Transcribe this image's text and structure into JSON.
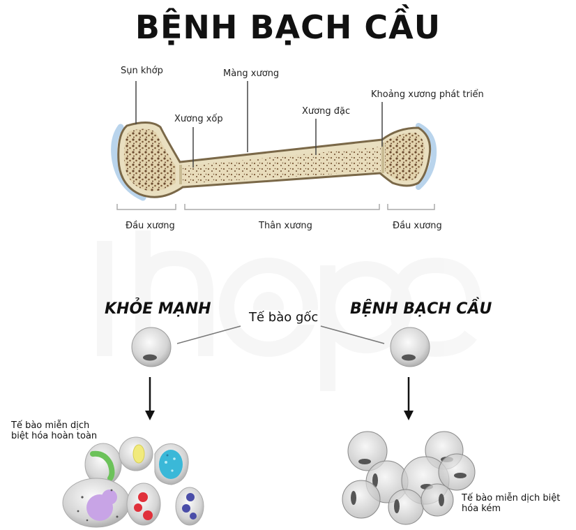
{
  "title": "BỆNH BẠCH CẦU",
  "bone": {
    "labels": {
      "cartilage": "Sụn khớp",
      "periosteum": "Màng xương",
      "spongy": "Xương xốp",
      "compact": "Xương đặc",
      "growth_plate": "Khoảng xương phát triển",
      "head_left": "Đầu xương",
      "shaft": "Thân xương",
      "head_right": "Đầu xương"
    }
  },
  "healthy": {
    "heading": "KHỎE MẠNH",
    "note_line1": "Tế bào miễn dịch",
    "note_line2": "biệt hóa hoàn toàn"
  },
  "stem_cell": "Tế bào gốc",
  "leukemia": {
    "heading": "BỆNH BẠCH CẦU",
    "note_line1": "Tế bào miễn dịch biệt",
    "note_line2": "hóa kém"
  },
  "watermark": "ihope",
  "colors": {
    "bone_fill": "#e9dfc0",
    "bone_outline": "#7a6848",
    "speckle": "#6b4a2e",
    "cartilage": "#b9d4ec",
    "cell_gray": "#d7d7d7",
    "nucleus_dark": "#555555",
    "green": "#6cc25a",
    "yellow": "#f1ea7c",
    "cyan": "#3ab8d8",
    "violet": "#c8a4e6",
    "red": "#e0303a",
    "navy": "#4a4da8"
  }
}
